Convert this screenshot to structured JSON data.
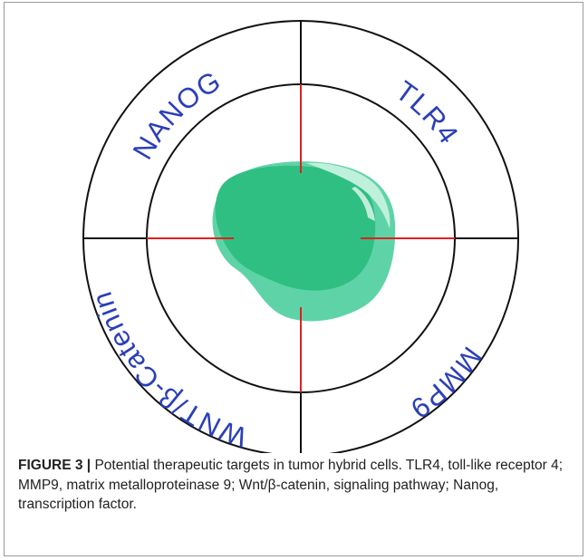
{
  "figure": {
    "quadrant_labels": {
      "top_left": "NANOG",
      "top_right": "TLR4",
      "bottom_right": "MMP9",
      "bottom_left": "WNT/β-Catenin"
    },
    "colors": {
      "label_text": "#2a3fb8",
      "crosshair": "#e02020",
      "ring_stroke": "#111111",
      "cell_body": "#2fbf82",
      "cell_shadow": "#5fd3a8",
      "cell_highlight": "#bff0dc"
    }
  },
  "caption": {
    "label": "FIGURE 3 |",
    "text": " Potential therapeutic targets in tumor hybrid cells. TLR4, toll-like receptor 4; MMP9, matrix metalloproteinase 9; Wnt/β-catenin, signaling pathway; Nanog, transcription factor."
  }
}
